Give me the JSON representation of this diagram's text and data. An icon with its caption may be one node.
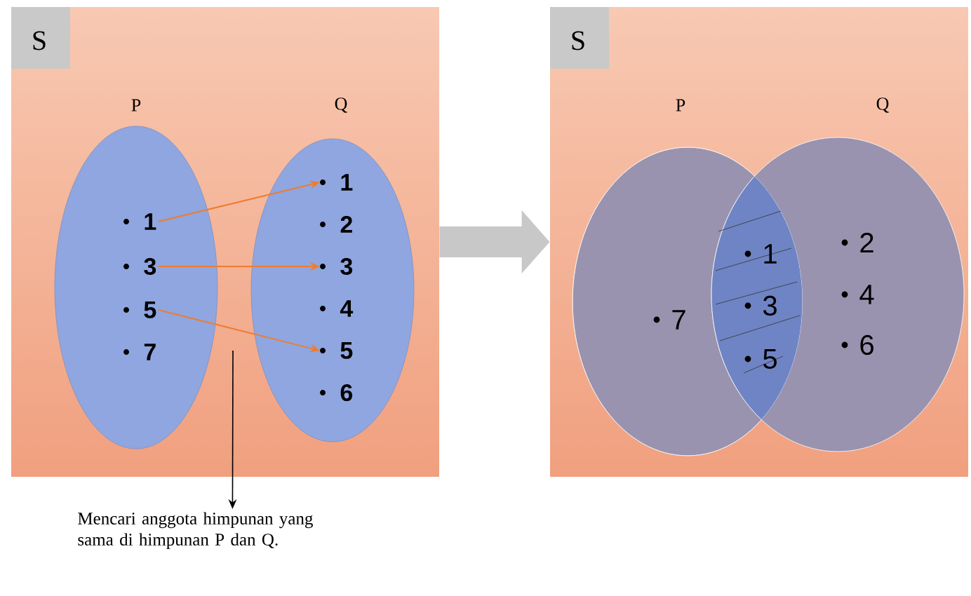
{
  "diagram": {
    "nodes": [
      {
        "text": [
          "S"
        ]
      },
      {
        "text": [
          "P"
        ],
        "in": 0
      },
      {
        "text": [
          "Q"
        ],
        "in": 0
      },
      {
        "text": [
          "1"
        ],
        "in": 1
      },
      {
        "text": [
          "3"
        ],
        "in": 1
      },
      {
        "text": [
          "5"
        ],
        "in": 1
      },
      {
        "text": [
          "7"
        ],
        "in": 1
      },
      {
        "text": [
          "1"
        ],
        "in": 2
      },
      {
        "text": [
          "2"
        ],
        "in": 2
      },
      {
        "text": [
          "3"
        ],
        "in": 2
      },
      {
        "text": [
          "4"
        ],
        "in": 2
      },
      {
        "text": [
          "5"
        ],
        "in": 2
      },
      {
        "text": [
          "6"
        ],
        "in": 2
      },
      {
        "text": [
          "Mencari anggota himpunan yang sama di himpunan P dan Q."
        ]
      },
      {
        "text": [
          "S"
        ]
      },
      {
        "text": [
          "P"
        ],
        "in": 14
      },
      {
        "text": [
          "Q"
        ],
        "in": 14
      }
    ],
    "edges": [
      {
        "from": 3,
        "to": 7,
        "arrow": "to",
        "color": "#ed7d31"
      },
      {
        "from": 4,
        "to": 9,
        "arrow": "to",
        "color": "#ed7d31"
      },
      {
        "from": 5,
        "to": 11,
        "arrow": "to",
        "color": "#ed7d31"
      },
      {
        "from": null,
        "to": 13,
        "arrow": "to",
        "color": "#000000"
      },
      {
        "from": 0,
        "to": 14,
        "arrow": "to",
        "style": "thick",
        "color": "#c8c8c8"
      }
    ],
    "labels": [
      "7",
      "1",
      "3",
      "5",
      "2",
      "4",
      "6"
    ]
  }
}
